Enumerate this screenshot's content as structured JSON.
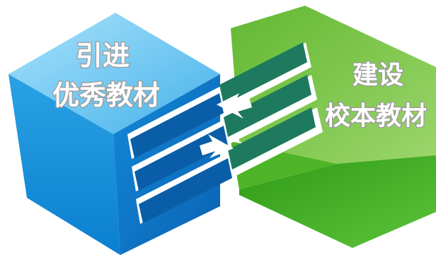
{
  "left_cube": {
    "label_line1": "引进",
    "label_line2": "优秀教材",
    "colors": {
      "top": "#7ccdf3",
      "front": "#1f96dd",
      "side": "#0b74c0",
      "bar": "#0a5ea7"
    }
  },
  "right_cube": {
    "label_line1": "建设",
    "label_line2": "校本教材",
    "colors": {
      "face": "#7dc84a",
      "bottom": "#43ad23",
      "bar": "#1e7a5e"
    }
  },
  "arrows": [
    {
      "direction": "left"
    },
    {
      "direction": "right"
    }
  ]
}
